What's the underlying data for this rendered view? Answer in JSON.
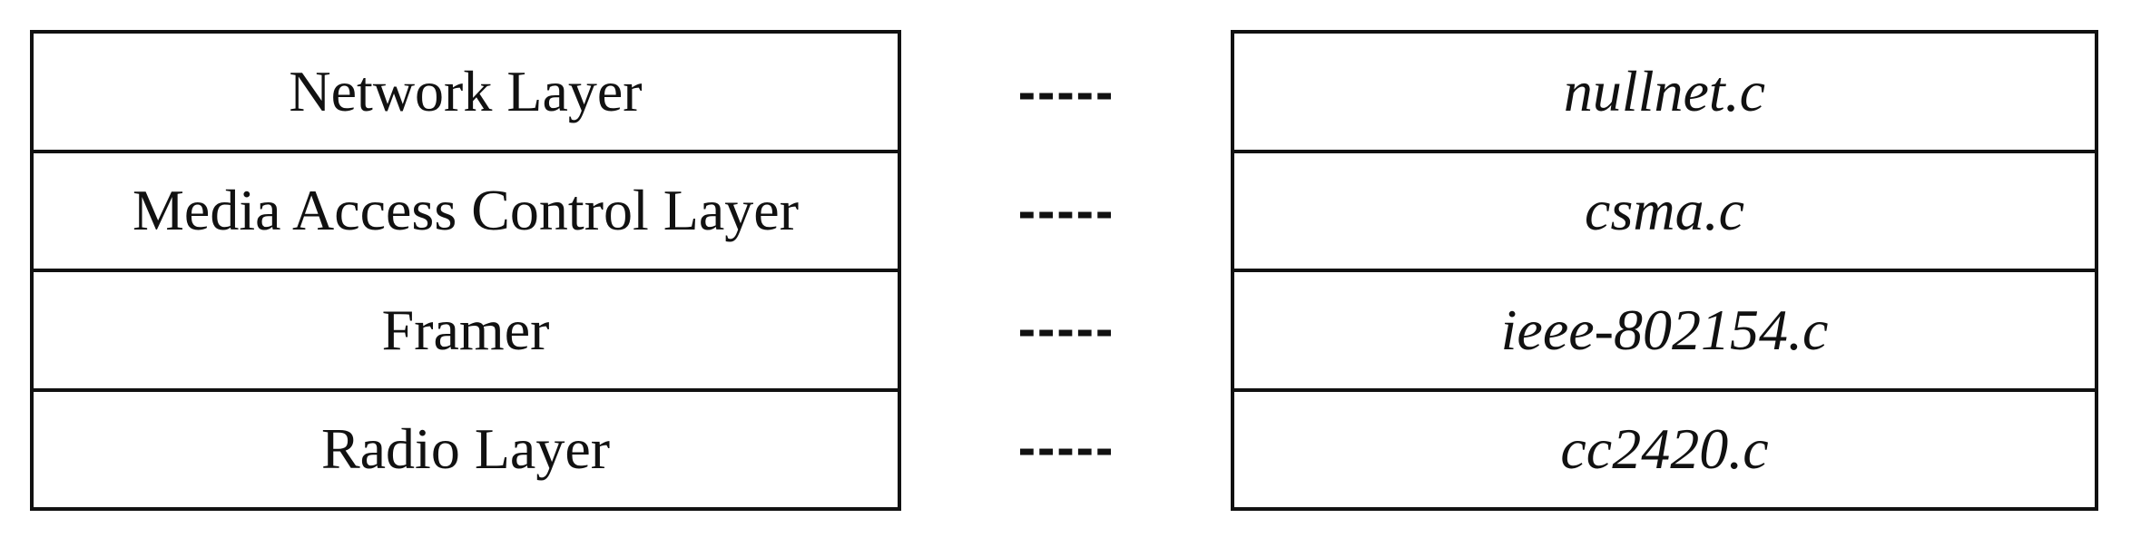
{
  "layers": [
    {
      "name": "Network Layer",
      "connector": "-----",
      "file": "nullnet.c"
    },
    {
      "name": "Media Access Control Layer",
      "connector": "-----",
      "file": "csma.c"
    },
    {
      "name": "Framer",
      "connector": "-----",
      "file": "ieee-802154.c"
    },
    {
      "name": "Radio Layer",
      "connector": "-----",
      "file": "cc2420.c"
    }
  ]
}
